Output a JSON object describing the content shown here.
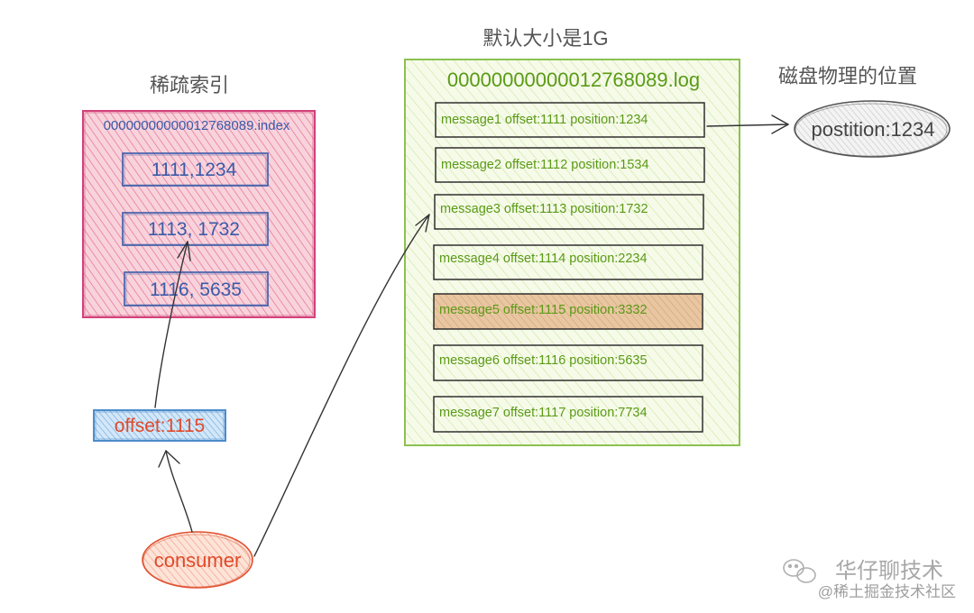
{
  "labels": {
    "sparse_index_title": "稀疏索引",
    "default_size_title": "默认大小是1G",
    "disk_position_title": "磁盘物理的位置"
  },
  "index_file": {
    "name": "00000000000012768089.index",
    "entries": [
      "1111,1234",
      "1113, 1732",
      "1116, 5635"
    ]
  },
  "log_file": {
    "name": "00000000000012768089.log",
    "messages": [
      "message1 offset:1111 position:1234",
      "message2 offset:1112 position:1534",
      "message3 offset:1113 position:1732",
      "message4 offset:1114 position:2234",
      "message5 offset:1115 position:3332",
      "message6 offset:1116 position:5635",
      "message7 offset:1117 position:7734"
    ],
    "highlighted_index": 4
  },
  "offset_box": {
    "label": "offset:1115"
  },
  "consumer": {
    "label": "consumer"
  },
  "disk_position": {
    "label": "postition:1234"
  },
  "watermark": {
    "line1": "华仔聊技术",
    "line2": "@稀土掘金技术社区"
  },
  "colors": {
    "index_fill": "#f2a7b8",
    "index_stroke": "#d2417a",
    "index_text": "#3a5ba8",
    "log_fill": "#e7f2c9",
    "log_stroke": "#8cc152",
    "log_text": "#5a9a16",
    "highlight_fill": "#deb48a",
    "offset_fill": "#a9d1f2",
    "offset_stroke": "#3d82c6",
    "offset_text": "#e04a2a",
    "consumer_fill": "#fbc9b4",
    "consumer_stroke": "#e05030",
    "consumer_text": "#e04a2a",
    "ellipse_fill": "#e6e6e6",
    "ellipse_stroke": "#666666"
  }
}
